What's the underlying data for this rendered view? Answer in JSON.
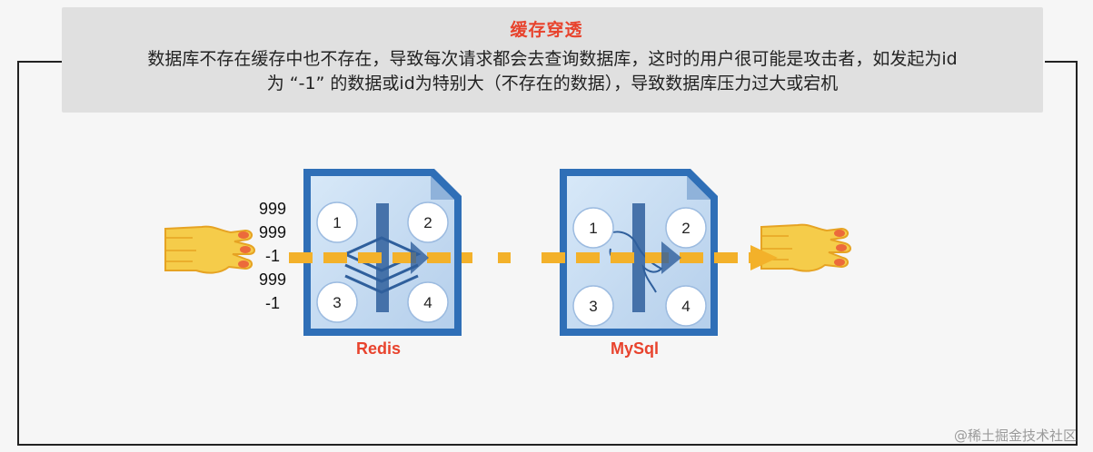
{
  "header": {
    "title": "缓存穿透",
    "line1": "数据库不存在缓存中也不存在，导致每次请求都会去查询数据库，这时的用户很可能是攻击者，如发起为id",
    "line2": "为 “-1” 的数据或id为特别大（不存在的数据），导致数据库压力过大或宕机"
  },
  "requests": [
    "999",
    "999",
    "-1",
    "999",
    "-1"
  ],
  "redis": {
    "label": "Redis",
    "quadrants": [
      "1",
      "2",
      "3",
      "4"
    ]
  },
  "mysql": {
    "label": "MySql",
    "quadrants": [
      "1",
      "2",
      "3",
      "4"
    ]
  },
  "watermark": "@稀土掘金技术社区",
  "colors": {
    "title_red": "#e8432d",
    "arrow_orange": "#f3b12a",
    "db_blue": "#2f6fb7",
    "db_fill": "#c9def4",
    "header_bg": "#e0e0e0"
  },
  "icons": {
    "left_cursor": "hand-pointer-left-icon",
    "right_cursor": "hand-pointer-right-icon"
  }
}
